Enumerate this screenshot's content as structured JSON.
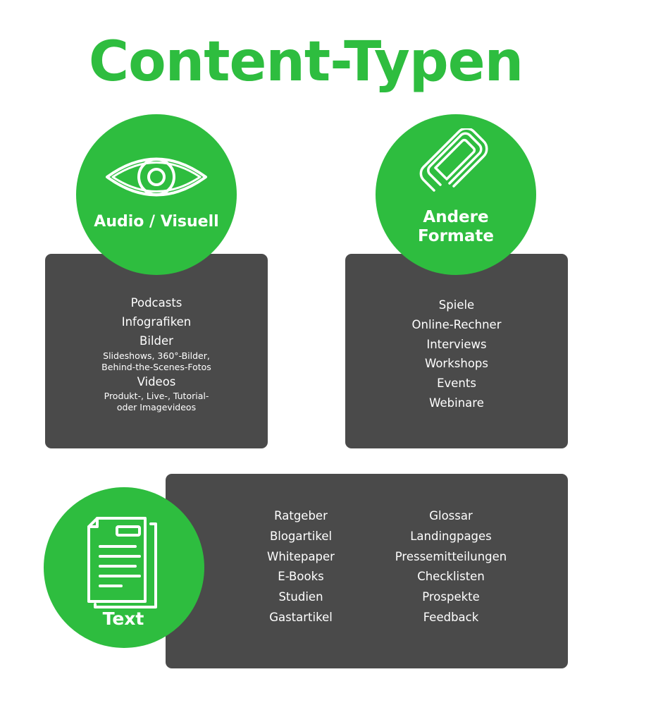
{
  "title": "Content-Typen",
  "colors": {
    "accent": "#2ebd3f",
    "panel": "#4a4a4a",
    "text_light": "#ffffff"
  },
  "audio_visual": {
    "icon": "eye-icon",
    "label": "Audio / Visuell",
    "items": [
      {
        "label": "Podcasts"
      },
      {
        "label": "Infografiken"
      },
      {
        "label": "Bilder",
        "sub": [
          "Slideshows, 360°-Bilder,",
          "Behind-the-Scenes-Fotos"
        ]
      },
      {
        "label": "Videos",
        "sub": [
          "Produkt-, Live-, Tutorial-",
          "oder Imagevideos"
        ]
      }
    ]
  },
  "other_formats": {
    "icon": "paperclip-icon",
    "label_line1": "Andere",
    "label_line2": "Formate",
    "items": [
      "Spiele",
      "Online-Rechner",
      "Interviews",
      "Workshops",
      "Events",
      "Webinare"
    ]
  },
  "text": {
    "icon": "document-icon",
    "label": "Text",
    "column1": [
      "Ratgeber",
      "Blogartikel",
      "Whitepaper",
      "E-Books",
      "Studien",
      "Gastartikel"
    ],
    "column2": [
      "Glossar",
      "Landingpages",
      "Pressemitteilungen",
      "Checklisten",
      "Prospekte",
      "Feedback"
    ]
  }
}
